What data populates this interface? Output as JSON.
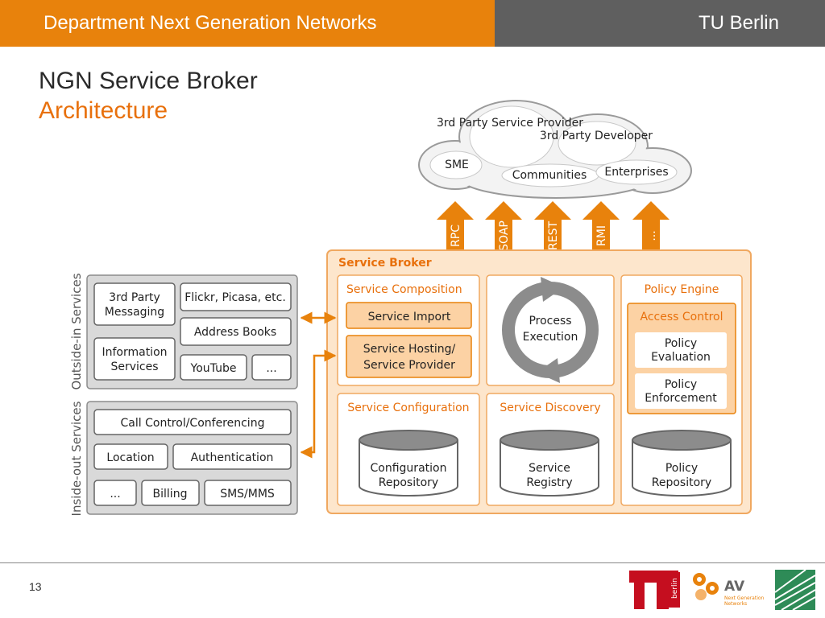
{
  "header": {
    "department": "Department Next Generation Networks",
    "university": "TU Berlin"
  },
  "slide": {
    "title": "NGN Service Broker",
    "subtitle": "Architecture",
    "page_number": "13"
  },
  "cloud": {
    "items": [
      "3rd Party Service Provider",
      "3rd Party Developer",
      "SME",
      "Communities",
      "Enterprises"
    ]
  },
  "protocols": [
    "RPC",
    "SOAP",
    "REST",
    "RMI",
    "..."
  ],
  "broker": {
    "title": "Service Broker",
    "composition": {
      "title": "Service Composition",
      "import": "Service Import",
      "hosting_line1": "Service Hosting/",
      "hosting_line2": "Service Provider"
    },
    "process": {
      "line1": "Process",
      "line2": "Execution"
    },
    "policy": {
      "title": "Policy Engine",
      "access_control": "Access Control",
      "evaluation_line1": "Policy",
      "evaluation_line2": "Evaluation",
      "enforcement_line1": "Policy",
      "enforcement_line2": "Enforcement"
    },
    "configuration": {
      "title": "Service Configuration",
      "repo_line1": "Configuration",
      "repo_line2": "Repository"
    },
    "discovery": {
      "title": "Service Discovery",
      "repo_line1": "Service",
      "repo_line2": "Registry"
    },
    "policy_repo": {
      "line1": "Policy",
      "line2": "Repository"
    }
  },
  "outside_in": {
    "label": "Outside-in Services",
    "messaging_line1": "3rd Party",
    "messaging_line2": "Messaging",
    "flickr": "Flickr, Picasa, etc.",
    "address_books": "Address Books",
    "info_line1": "Information",
    "info_line2": "Services",
    "youtube": "YouTube",
    "more": "..."
  },
  "inside_out": {
    "label": "Inside-out Services",
    "call_control": "Call Control/Conferencing",
    "location": "Location",
    "authentication": "Authentication",
    "more": "...",
    "billing": "Billing",
    "sms": "SMS/MMS"
  },
  "logos": {
    "tu_text": "berlin",
    "av_text": "AV",
    "av_sub_line1": "Next Generation",
    "av_sub_line2": "Networks"
  },
  "colors": {
    "orange": "#e8820c",
    "dark_gray": "#5f5f5f",
    "broker_fill": "#fde6cc",
    "box_fill": "#fcd2a4"
  }
}
